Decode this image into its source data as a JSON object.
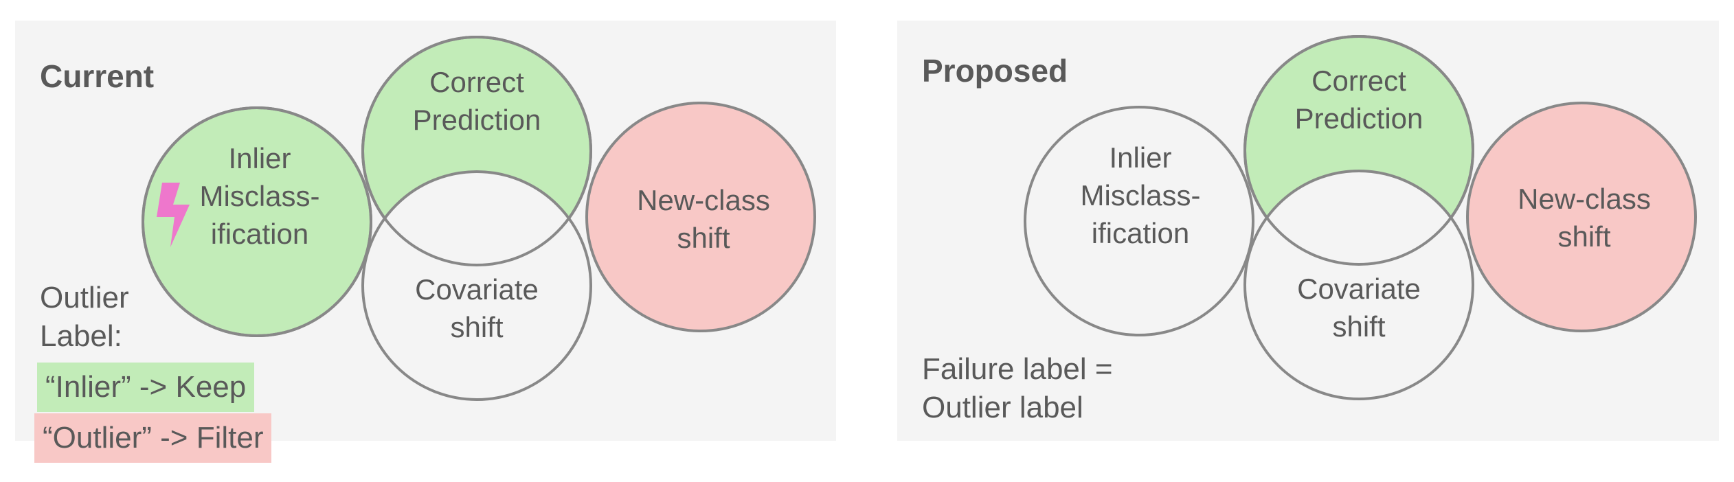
{
  "current": {
    "title": "Current",
    "circles": {
      "inlier": [
        "Inlier",
        "Misclass-",
        "ification"
      ],
      "correct": [
        "Correct",
        "Prediction"
      ],
      "covariate": [
        "Covariate",
        "shift"
      ],
      "newclass": [
        "New-class",
        "shift"
      ]
    },
    "outlier_label": [
      "Outlier",
      "Label:"
    ],
    "tag_inlier": "“Inlier” -> Keep",
    "tag_outlier": "“Outlier” -> Filter"
  },
  "proposed": {
    "title": "Proposed",
    "circles": {
      "inlier": [
        "Inlier",
        "Misclass-",
        "ification"
      ],
      "correct": [
        "Correct",
        "Prediction"
      ],
      "covariate": [
        "Covariate",
        "shift"
      ],
      "newclass": [
        "New-class",
        "shift"
      ]
    },
    "failure_label": [
      "Failure label =",
      "Outlier label"
    ]
  },
  "colors": {
    "panel_bg": "#f4f4f4",
    "green": "#c2ecb8",
    "red": "#f8c8c6",
    "stroke": "#888888",
    "bolt": "#ee77cc",
    "text": "#595959"
  },
  "icons": {
    "warning": "lightning-bolt-icon"
  }
}
